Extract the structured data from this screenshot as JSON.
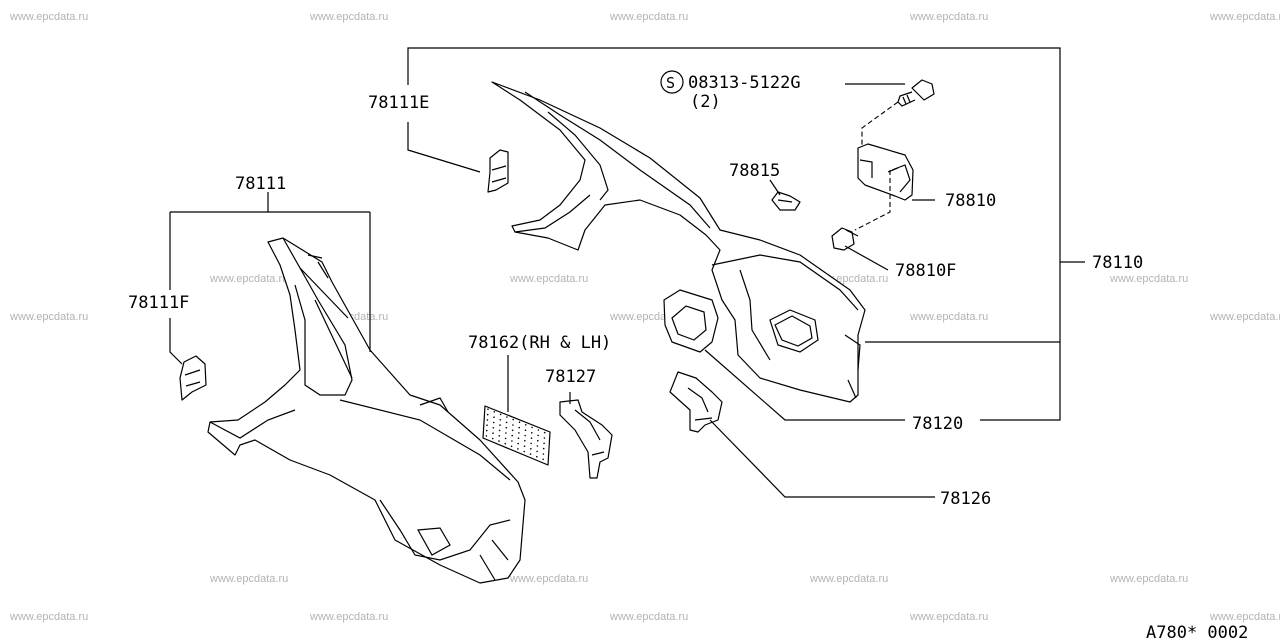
{
  "watermark": "www.epcdata.ru",
  "labels": {
    "bolt": "08313-5122G",
    "bolt_symbol": "S",
    "bolt_qty": "(2)",
    "p78111E": "78111E",
    "p78111": "78111",
    "p78111F": "78111F",
    "p78815": "78815",
    "p78810": "78810",
    "p78810F": "78810F",
    "p78110": "78110",
    "p78162": "78162(RH & LH)",
    "p78127": "78127",
    "p78120": "78120",
    "p78126": "78126",
    "figure_code": "A780* 0002"
  }
}
